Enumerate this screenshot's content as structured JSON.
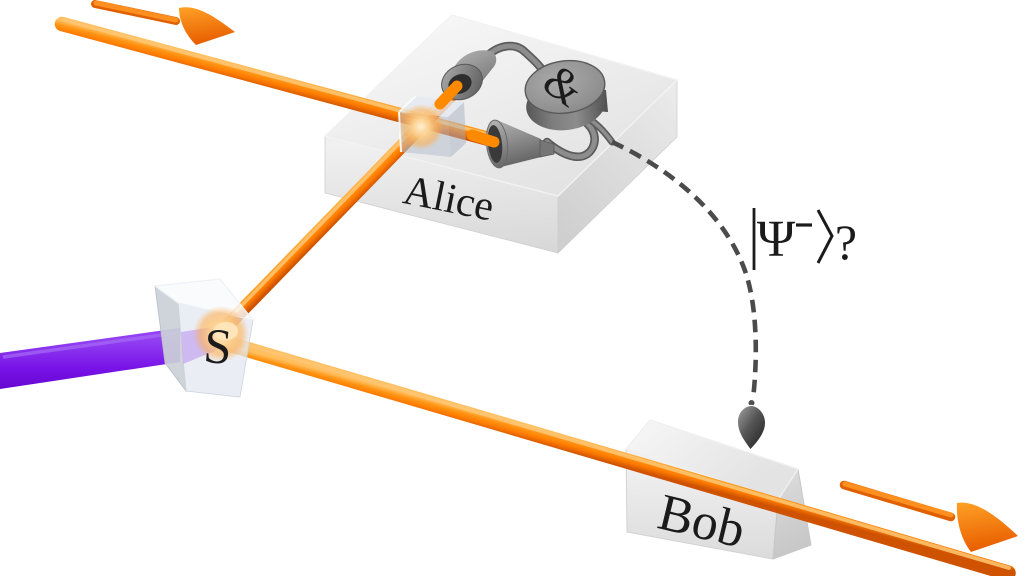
{
  "scene": {
    "background": "#ffffff",
    "stations": {
      "alice": {
        "label": "Alice"
      },
      "bob": {
        "label": "Bob"
      },
      "source": {
        "label": "S"
      }
    },
    "coincidence_unit": {
      "label": "&"
    },
    "state_annotation": {
      "full": "|Ψ⁻⟩?",
      "psi": "Ψ",
      "superscript_minus": "−",
      "question_mark": "?"
    },
    "elements": {
      "photon_beam_to_alice": "orange photon beam",
      "photon_beam_from_source_to_alice": "orange photon beam",
      "photon_beam_through_bob": "orange photon beam",
      "pump_beam": "purple pump laser beam",
      "beam_splitter": "translucent beam-splitter cube",
      "source_crystal": "translucent crystal cube S",
      "detectors": "two grey detector cones",
      "classical_channel": "dashed curved arrow with plumb-bob head",
      "direction_arrows": "two small orange direction arrows"
    },
    "colors": {
      "photon_beam": "#FF8A00",
      "photon_beam_dark": "#DD5F00",
      "photon_beam_highlight": "#FFC673",
      "pump_beam": "#7A16E8",
      "metal_grey": "#8A8A8A",
      "platform_grey": "#EBEBEB",
      "dashed_line": "#4B4B4B",
      "text": "#1B1B1B"
    }
  }
}
